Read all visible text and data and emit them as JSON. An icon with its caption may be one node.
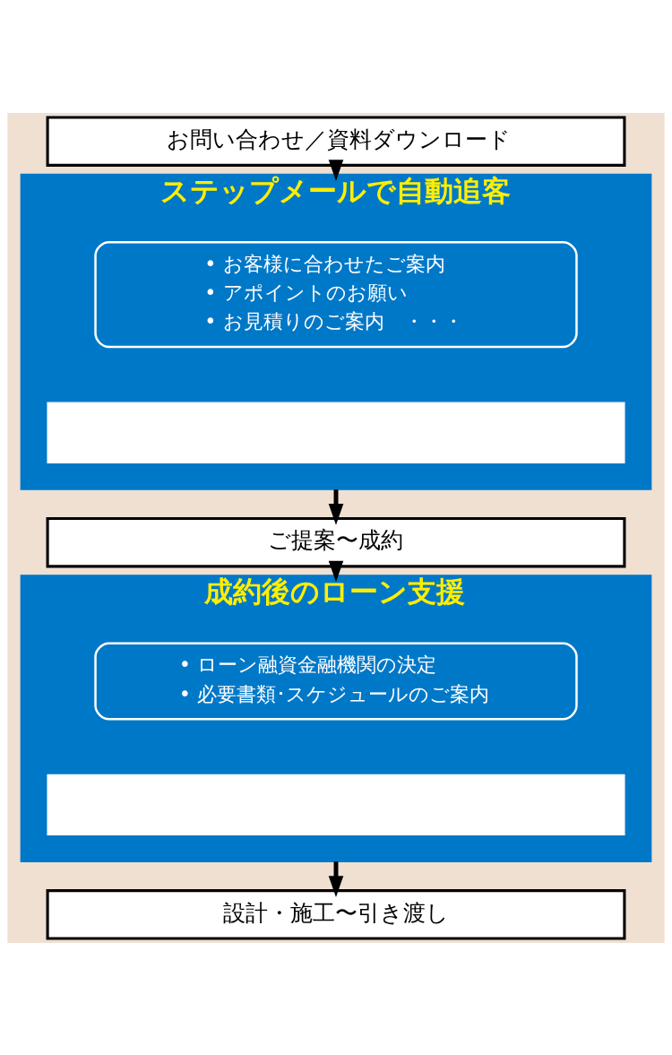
{
  "diagram": {
    "nodes": [
      {
        "text": [
          "お問い合わせ／資料ダウンロード"
        ]
      },
      {
        "text": [
          "ステップメールで自動追客"
        ]
      },
      {
        "text": [
          "• お客様に合わせたご案内",
          "• アポイントのお願い",
          "• お見積りのご案内　・・・"
        ],
        "in": 1
      },
      {
        "text": [],
        "shape": "box",
        "in": 1
      },
      {
        "text": [
          "ご提案〜成約"
        ]
      },
      {
        "text": [
          "成約後のローン支援"
        ]
      },
      {
        "text": [
          "• ローン融資金融機関の決定",
          "• 必要書類･スケジュールのご案内"
        ],
        "in": 5
      },
      {
        "text": [],
        "shape": "box",
        "in": 5
      },
      {
        "text": [
          "設計・施工〜引き渡し"
        ]
      }
    ],
    "edges": [
      {
        "from": 0,
        "to": 1,
        "arrow": "to"
      },
      {
        "from": 1,
        "to": 4,
        "arrow": "to"
      },
      {
        "from": 4,
        "to": 5,
        "arrow": "to"
      },
      {
        "from": 5,
        "to": 8,
        "arrow": "to"
      }
    ]
  }
}
